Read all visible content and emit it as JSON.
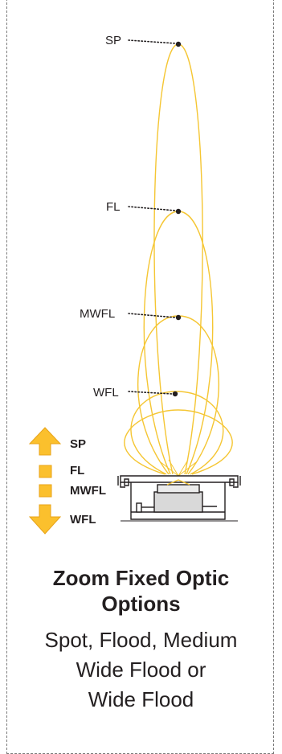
{
  "beams": [
    {
      "label": "SP"
    },
    {
      "label": "FL"
    },
    {
      "label": "MWFL"
    },
    {
      "label": "WFL"
    }
  ],
  "legend": [
    {
      "label": "SP"
    },
    {
      "label": "FL"
    },
    {
      "label": "MWFL"
    },
    {
      "label": "WFL"
    }
  ],
  "title": {
    "line1": "Zoom Fixed Optic",
    "line2": "Options"
  },
  "description": {
    "line1": "Spot, Flood, Medium",
    "line2": "Wide Flood or",
    "line3": "Wide Flood"
  },
  "colors": {
    "beam": "#f5c633",
    "arrow": "#fbc02d",
    "arrow_stroke": "#e8a317",
    "text": "#231f20",
    "border": "#7a7a7a"
  }
}
